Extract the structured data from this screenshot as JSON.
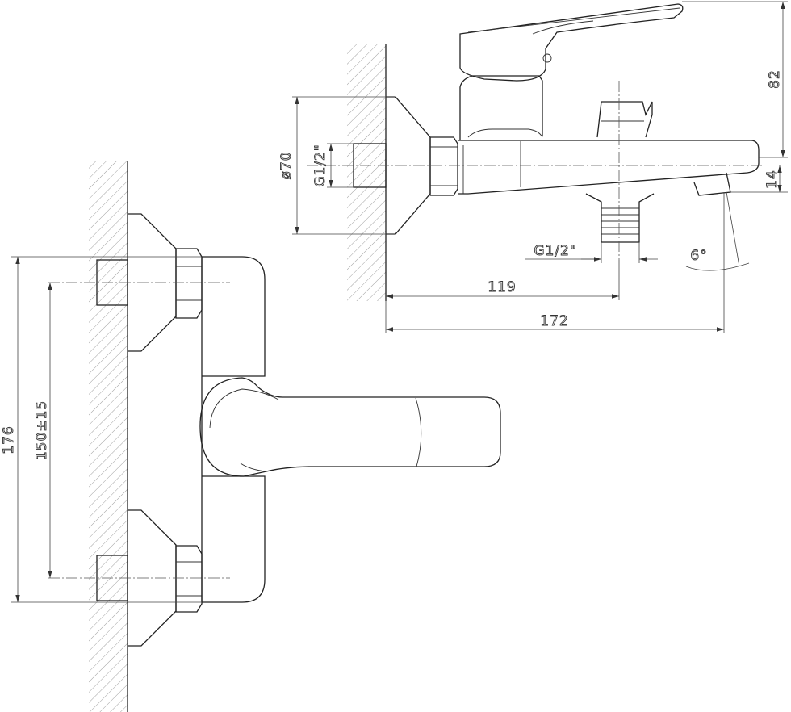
{
  "dimensions": {
    "width_176": "176",
    "spacing_150": "150±15",
    "diameter_70": "ø70",
    "thread_left": "G1/2\"",
    "height_82": "82",
    "height_14": "14",
    "thread_bottom": "G1/2\"",
    "angle_6": "6°",
    "length_119": "119",
    "length_172": "172"
  }
}
